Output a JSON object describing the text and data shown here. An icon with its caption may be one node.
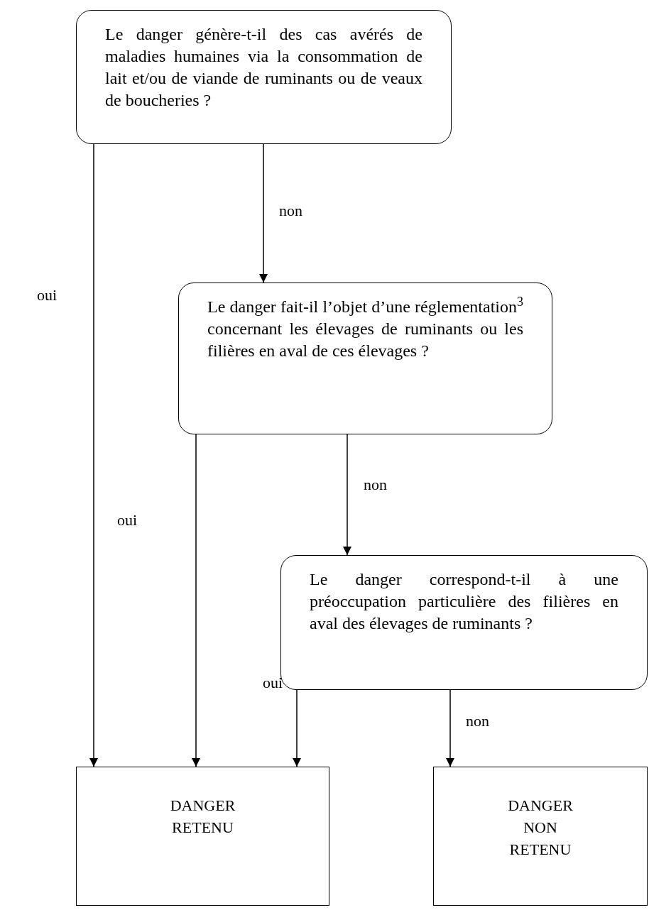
{
  "diagram": {
    "nodes": [
      {
        "text": [
          "Le danger génère-t-il des cas avérés de maladies humaines via la consommation de lait et/ou de viande de ruminants ou de veaux de boucheries ?"
        ]
      },
      {
        "text": [
          "Le danger fait-il l’objet d’une réglementation$^{3}$ concernant les élevages de ruminants ou les filières en aval de ces élevages ?"
        ]
      },
      {
        "text": [
          "Le danger correspond-t-il à une préoccupation particulière des filières en aval des élevages de ruminants ?"
        ]
      },
      {
        "text": [
          "DANGER RETENU"
        ]
      },
      {
        "text": [
          "DANGER NON RETENU"
        ]
      }
    ],
    "edges": [
      {
        "from": 0,
        "to": 1,
        "arrow": "to",
        "label": "non"
      },
      {
        "from": 0,
        "to": 3,
        "arrow": "to",
        "label": "oui"
      },
      {
        "from": 1,
        "to": 3,
        "arrow": "to",
        "label": "oui"
      },
      {
        "from": 1,
        "to": 2,
        "arrow": "to",
        "label": "non"
      },
      {
        "from": 2,
        "to": 3,
        "arrow": "to",
        "label": "oui"
      },
      {
        "from": 2,
        "to": 4,
        "arrow": "to",
        "label": "non"
      }
    ]
  }
}
